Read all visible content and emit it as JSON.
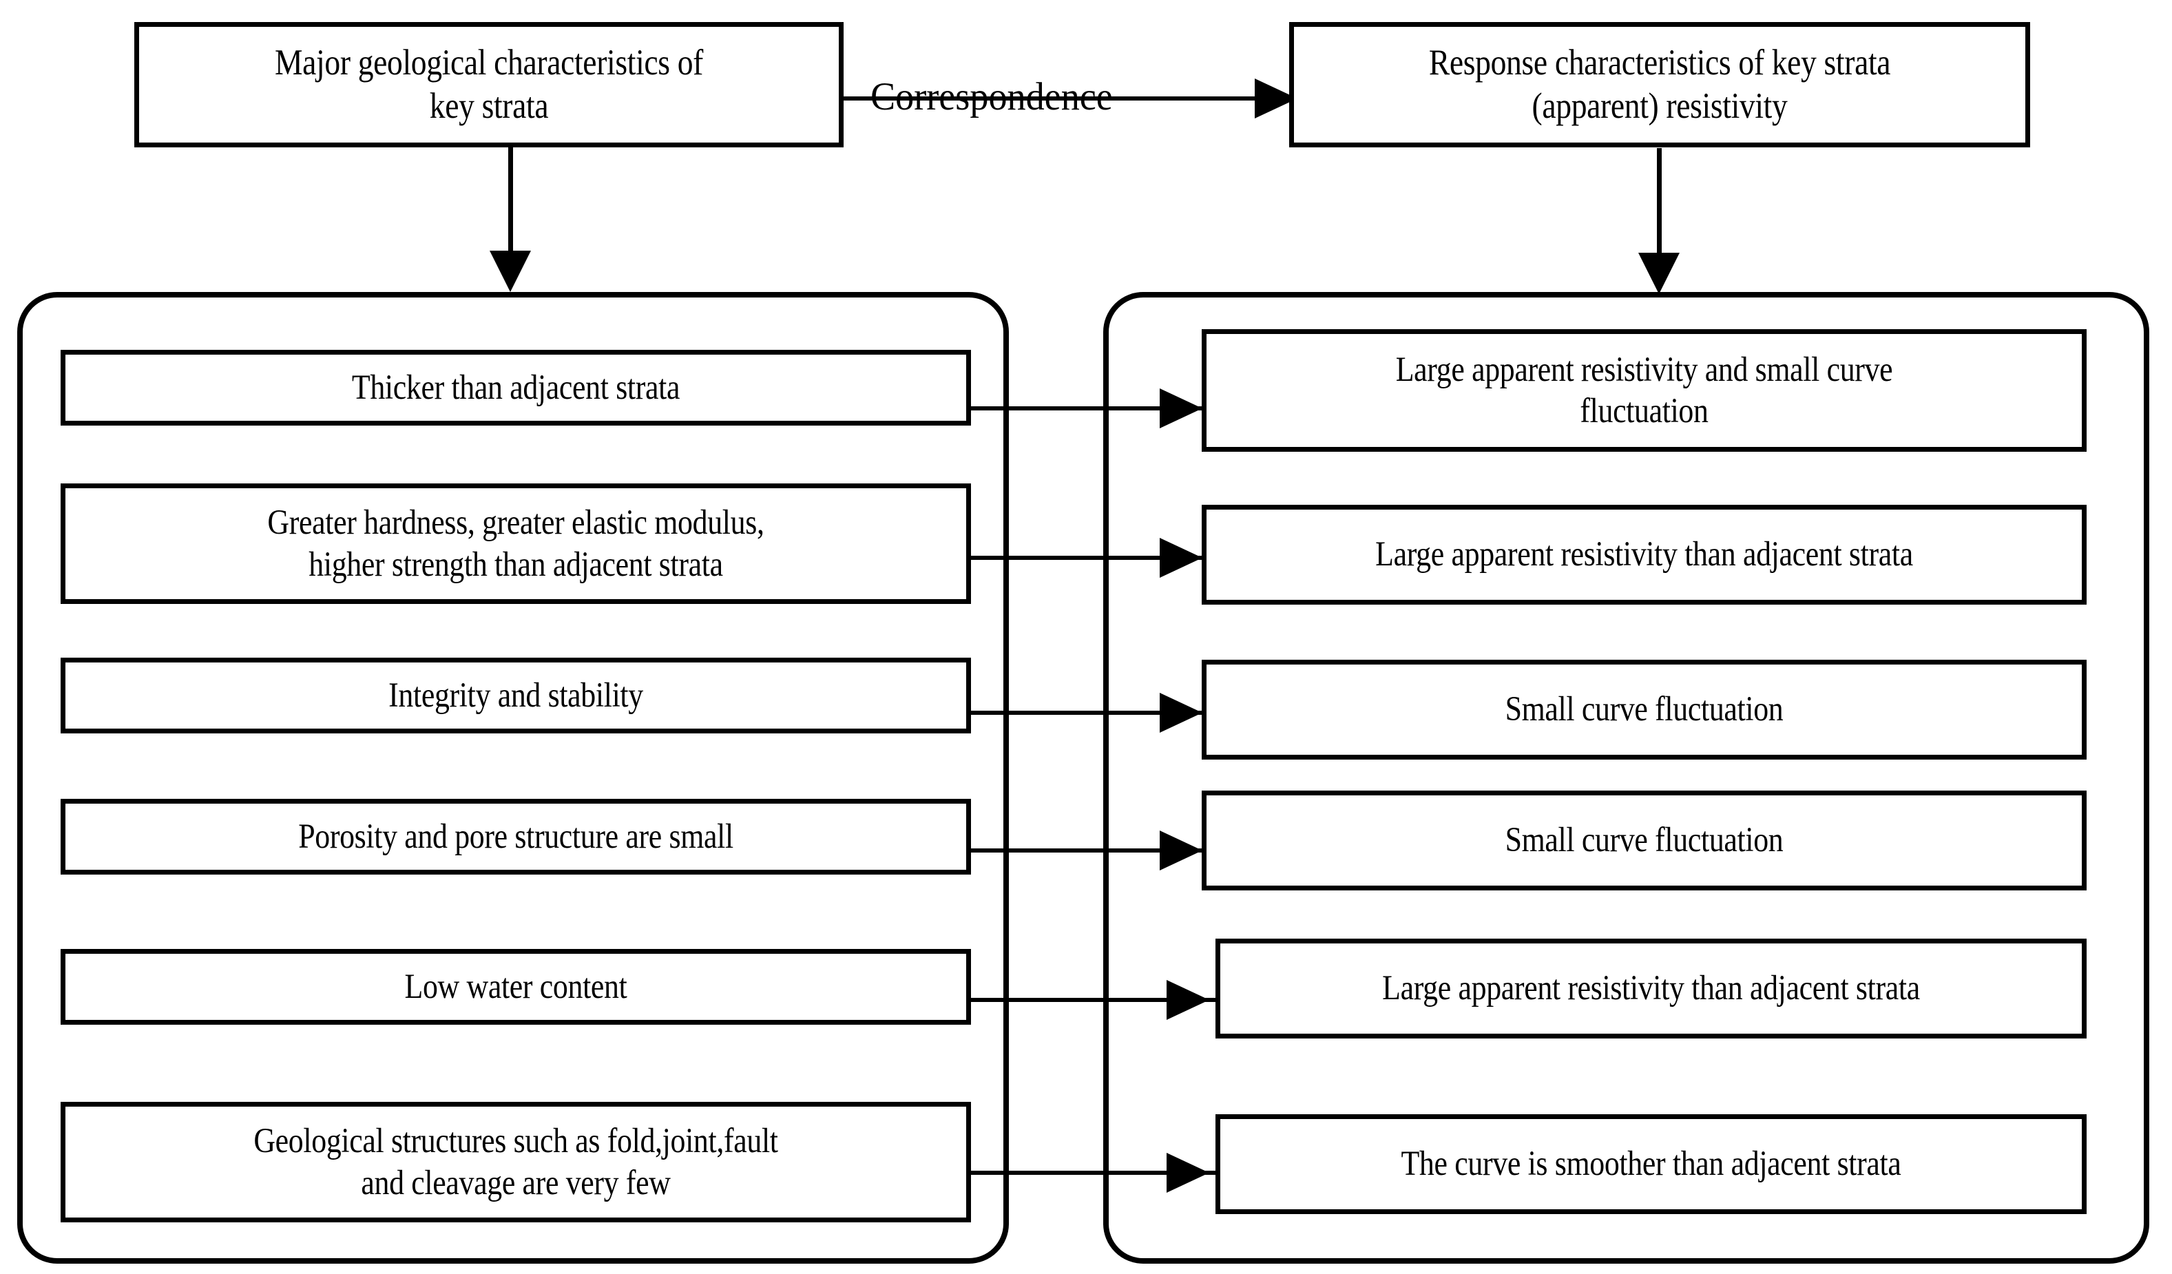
{
  "diagram": {
    "title_left": "Major geological characteristics of\nkey strata",
    "title_right": "Response characteristics of key strata\n(apparent) resistivity",
    "relation_label": "Correspondence",
    "left_panel_items": [
      "Thicker than adjacent strata",
      "Greater hardness, greater elastic modulus,\nhigher strength than adjacent strata",
      "Integrity and stability",
      "Porosity and pore structure are small",
      "Low water content",
      "Geological structures such as fold,joint,fault\nand cleavage are very few"
    ],
    "right_panel_items": [
      "Large apparent resistivity and small curve\nfluctuation",
      "Large apparent resistivity than adjacent strata",
      "Small curve fluctuation",
      "Small curve fluctuation",
      "Large apparent resistivity than adjacent strata",
      "The curve is smoother than adjacent strata"
    ],
    "colors": {
      "stroke": "#000000",
      "background": "#ffffff",
      "text": "#000000"
    }
  }
}
